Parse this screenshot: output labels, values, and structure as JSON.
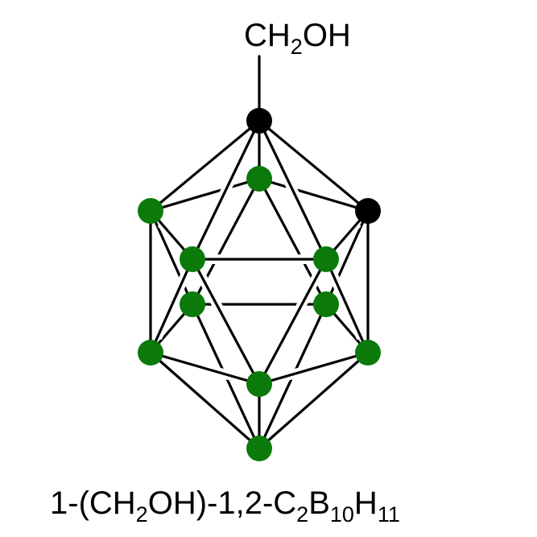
{
  "substituent": {
    "main": "CH",
    "sub": "2",
    "tail": "OH"
  },
  "caption": {
    "part1": "1-(CH",
    "sub1": "2",
    "part2": "OH)-1,2-C",
    "sub2": "2",
    "part3": "B",
    "sub3": "10",
    "part4": "H",
    "sub4": "11"
  },
  "atom_colors": {
    "carbon": "#000000",
    "boron": "#0b7a0b"
  }
}
